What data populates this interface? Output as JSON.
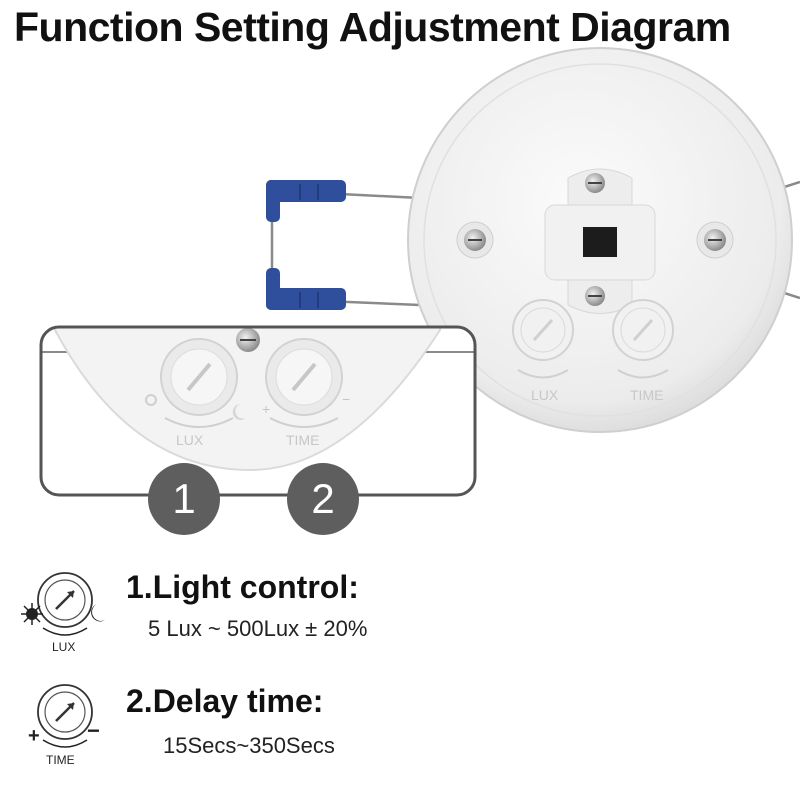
{
  "title": "Function Setting Adjustment Diagram",
  "dial_labels": {
    "lux": "LUX",
    "time": "TIME"
  },
  "badges": [
    "1",
    "2"
  ],
  "features": [
    {
      "title": "1.Light control:",
      "value": "5 Lux ~ 500Lux ± 20%",
      "icon_label": "LUX",
      "icon": "lux-dial-icon"
    },
    {
      "title": "2.Delay time:",
      "value": "15Secs~350Secs",
      "icon_label": "TIME",
      "icon": "time-dial-icon"
    }
  ],
  "colors": {
    "badge": "#5e5e5e",
    "frame": "#555555",
    "connector": "#2f4f9c"
  }
}
